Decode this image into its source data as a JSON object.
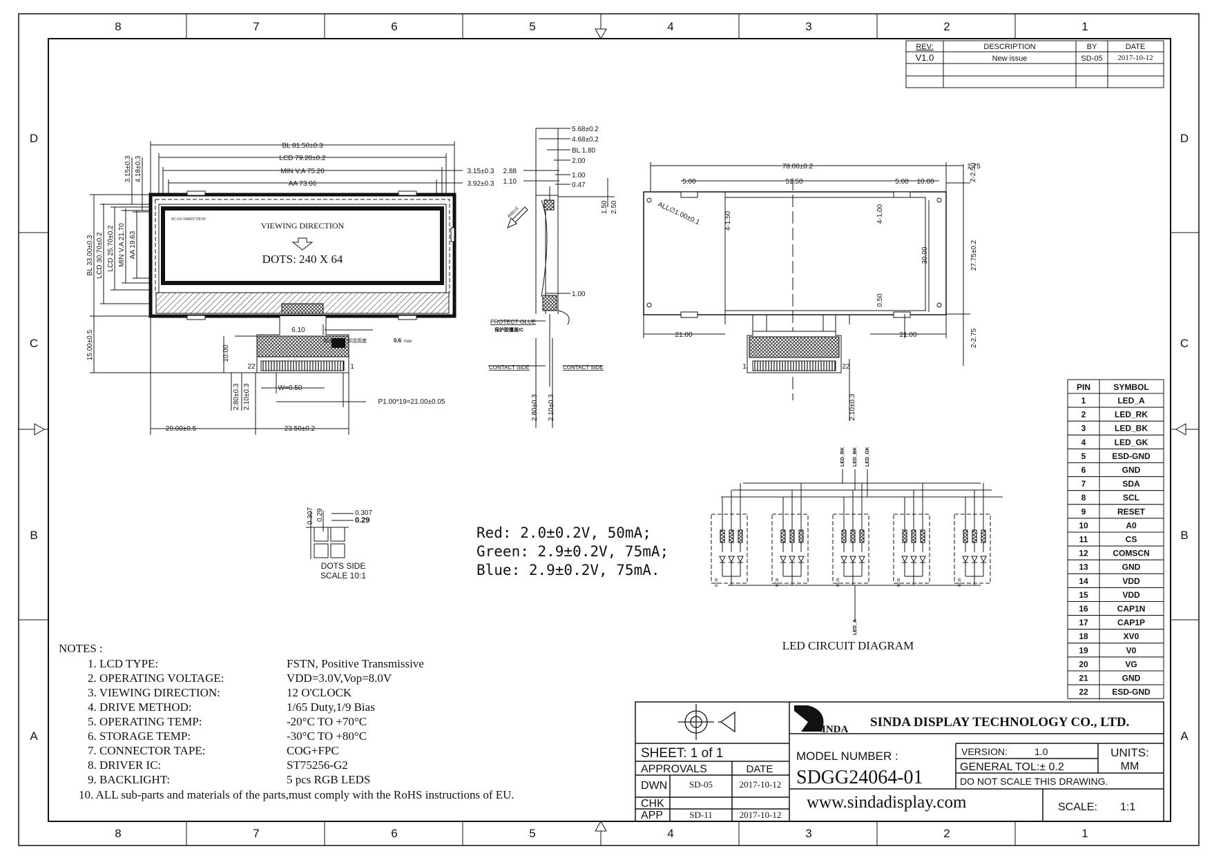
{
  "frame": {
    "cols_top": [
      "8",
      "7",
      "6",
      "5",
      "4",
      "3",
      "2",
      "1"
    ],
    "cols_bottom": [
      "8",
      "7",
      "6",
      "5",
      "4",
      "3",
      "2",
      "1"
    ],
    "rows": [
      "D",
      "C",
      "B",
      "A"
    ]
  },
  "revision": {
    "headers": [
      "REV:",
      "DESCRIPTION",
      "BY",
      "DATE"
    ],
    "rows": [
      [
        "V1.0",
        "New issue",
        "SD-05",
        "2017-10-12"
      ]
    ]
  },
  "front_view": {
    "dims": {
      "bl_w": "BL 81.50±0.3",
      "lcd_w": "LCD 79.20±0.2",
      "minva_w": "MIN V.A 75.20",
      "aa_w": "AA 73.66",
      "r1": "3.15±0.3",
      "r2": "3.92±0.3",
      "l1": "3.15±0.3",
      "l2": "4.18±0.3",
      "bl_h": "BL 33.00±0.3",
      "lcd_h": "LCD 30.70±0.2",
      "lcd2_h": "LCD 25.70±0.2",
      "minva_h": "MIN V.A 21.70",
      "aa_h": "AA 19.63",
      "fpc_h": "15.00±0.5",
      "d10": "10.00",
      "d610": "6.10",
      "w": "W=0.50",
      "pitch": "P1.00*19=21.00±0.05",
      "d280": "2.80±0.3",
      "d210": "2.10±0.3",
      "d29": "29.00±0.5",
      "d235": "23.50±0.2",
      "pin22": "22",
      "pin1": "1",
      "cn_note": "背光焊盘，卸烫高度",
      "cn_max": "0.6",
      "cn_max_unit": "max"
    },
    "scan": "SCAN DIRECTION",
    "viewing": "VIEWING DIRECTION",
    "dots": "DOTS: 240 X 64"
  },
  "side_view": {
    "dims": [
      "5.68±0.2",
      "4.68±0.2",
      "BL 1.80",
      "2.00",
      "1.00",
      "0.47",
      "2.88",
      "1.10",
      "1.50",
      "2.50",
      "1.00"
    ],
    "angle": "ANGLE",
    "protect": "PROTECT GLUE",
    "protect_cn": "保护胶覆盖IC",
    "contact_l": "CONTACT SIDE",
    "contact_r": "CONTACT SIDE",
    "d280": "2.80±0.3",
    "d210": "2.10±0.3"
  },
  "back_view": {
    "dims": {
      "w78": "78.00±0.2",
      "d175": "1.75",
      "d250": "2-2.50",
      "d500a": "5.00",
      "d5150": "51.50",
      "d500b": "5.00",
      "d1000": "10.00",
      "holes": "ALL∅1.00±0.1",
      "d4150": "4-1.50",
      "d4100": "4-1.00",
      "d30": "30.00",
      "d2775": "27.75±0.2",
      "d050": "0.50",
      "d21a": "21.00",
      "d21b": "21.00",
      "d275": "2-2.75",
      "d210": "2.10±0.3",
      "pin1": "1",
      "pin22": "22"
    }
  },
  "dots_side": {
    "d1": "0.307",
    "d2": "0.29",
    "d3": "0.307",
    "d4": "0.29",
    "label1": "DOTS SIDE",
    "label2": "SCALE 10:1"
  },
  "led_specs": [
    "Red: 2.0±0.2V, 50mA;",
    "Green: 2.9±0.2V, 75mA;",
    "Blue: 2.9±0.2V, 75mA."
  ],
  "led_circuit": {
    "title": "LED CIRCUIT DIAGRAM",
    "top_labels": [
      "LED_RK",
      "LED_BK",
      "LED_GK"
    ],
    "bottom_label": "LED_A",
    "rgb": "RGB"
  },
  "pin_table": {
    "header": [
      "PIN",
      "SYMBOL"
    ],
    "rows": [
      [
        "1",
        "LED_A"
      ],
      [
        "2",
        "LED_RK"
      ],
      [
        "3",
        "LED_BK"
      ],
      [
        "4",
        "LED_GK"
      ],
      [
        "5",
        "ESD-GND"
      ],
      [
        "6",
        "GND"
      ],
      [
        "7",
        "SDA"
      ],
      [
        "8",
        "SCL"
      ],
      [
        "9",
        "RESET"
      ],
      [
        "10",
        "A0"
      ],
      [
        "11",
        "CS"
      ],
      [
        "12",
        "COMSCN"
      ],
      [
        "13",
        "GND"
      ],
      [
        "14",
        "VDD"
      ],
      [
        "15",
        "VDD"
      ],
      [
        "16",
        "CAP1N"
      ],
      [
        "17",
        "CAP1P"
      ],
      [
        "18",
        "XV0"
      ],
      [
        "19",
        "V0"
      ],
      [
        "20",
        "VG"
      ],
      [
        "21",
        "GND"
      ],
      [
        "22",
        "ESD-GND"
      ]
    ]
  },
  "notes": {
    "title": "NOTES :",
    "items": [
      {
        "label": "1. LCD TYPE:",
        "value": "FSTN, Positive Transmissive"
      },
      {
        "label": "2. OPERATING VOLTAGE:",
        "value": "VDD=3.0V,Vop=8.0V"
      },
      {
        "label": "3. VIEWING DIRECTION:",
        "value": "12 O'CLOCK"
      },
      {
        "label": "4. DRIVE METHOD:",
        "value": "1/65 Duty,1/9 Bias"
      },
      {
        "label": "5. OPERATING TEMP:",
        "value": "-20°C TO +70°C"
      },
      {
        "label": "6. STORAGE TEMP:",
        "value": "-30°C TO +80°C"
      },
      {
        "label": "7. CONNECTOR TAPE:",
        "value": "COG+FPC"
      },
      {
        "label": "8. DRIVER IC:",
        "value": "ST75256-G2"
      },
      {
        "label": "9. BACKLIGHT:",
        "value": "5 pcs RGB LEDS"
      }
    ],
    "last": "10. ALL sub-parts and materials of the parts,must comply with the RoHS instructions of EU."
  },
  "title_block": {
    "logo": "INDA",
    "company": "SINDA DISPLAY TECHNOLOGY CO., LTD.",
    "sheet": "SHEET:  1  of  1",
    "approvals": "APPROVALS",
    "date_hdr": "DATE",
    "rows": [
      [
        "DWN",
        "SD-05",
        "2017-10-12"
      ],
      [
        "CHK",
        "",
        ""
      ],
      [
        "APP",
        "SD-11",
        "2017-10-12"
      ]
    ],
    "model_label": "MODEL NUMBER :",
    "model": "SDGG24064-01",
    "version_label": "VERSION:",
    "version": "1.0",
    "units_label": "UNITS:",
    "units": "MM",
    "tol": "GENERAL TOL:± 0.2",
    "noscale": "DO NOT SCALE THIS DRAWING.",
    "web": "www.sindadisplay.com",
    "scale_label": "SCALE:",
    "scale": "1:1"
  }
}
